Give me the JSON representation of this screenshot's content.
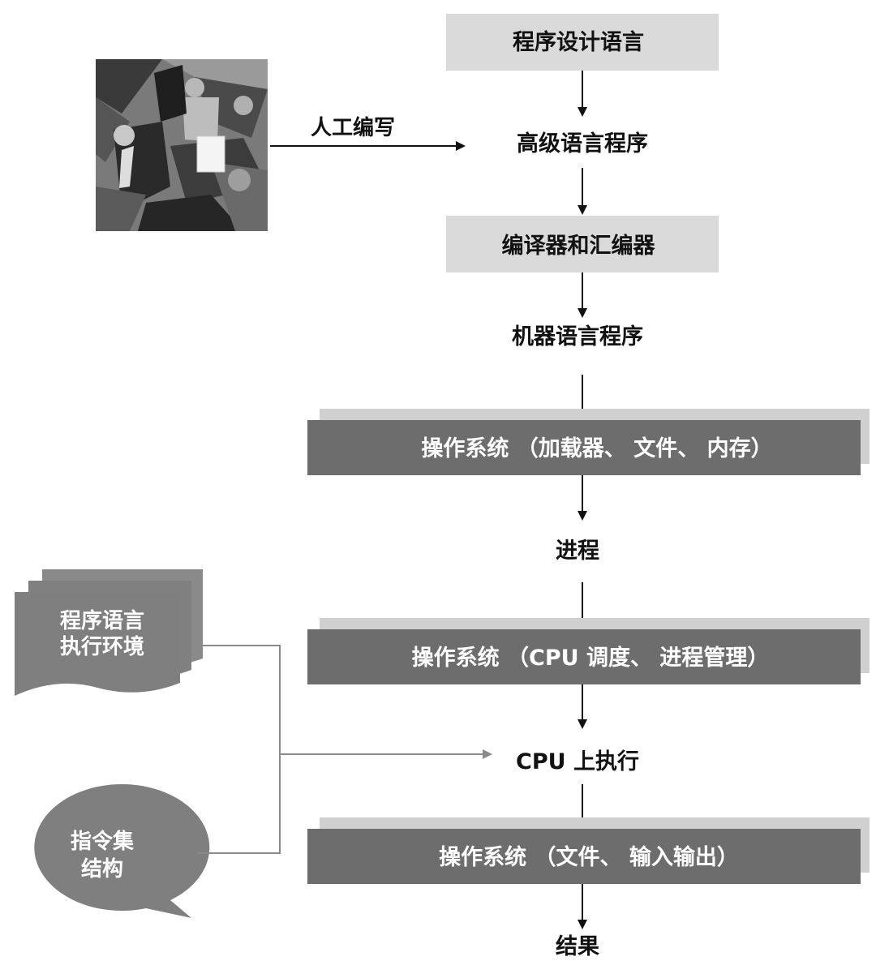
{
  "nodes": {
    "programming_language": "程序设计语言",
    "high_level_program": "高级语言程序",
    "compiler_assembler": "编译器和汇编器",
    "machine_program": "机器语言程序",
    "os_loader": "操作系统 （加载器、 文件、 内存）",
    "process": "进程",
    "os_scheduling": "操作系统 （CPU 调度、 进程管理）",
    "cpu_execute": "CPU 上执行",
    "os_io": "操作系统 （文件、 输入输出）",
    "result": "结果"
  },
  "edge_labels": {
    "manual_writing": "人工编写"
  },
  "side_notes": {
    "runtime_env_line1": "程序语言",
    "runtime_env_line2": "执行环境",
    "isa_line1": "指令集",
    "isa_line2": "结构"
  },
  "colors": {
    "light_box": "#dadada",
    "dark_box": "#6d6d6d",
    "dark_box_shadow": "#d0d0d0",
    "side_shape": "#7f7f7f",
    "arrow": "#111111",
    "connector": "#8a8a8a"
  }
}
